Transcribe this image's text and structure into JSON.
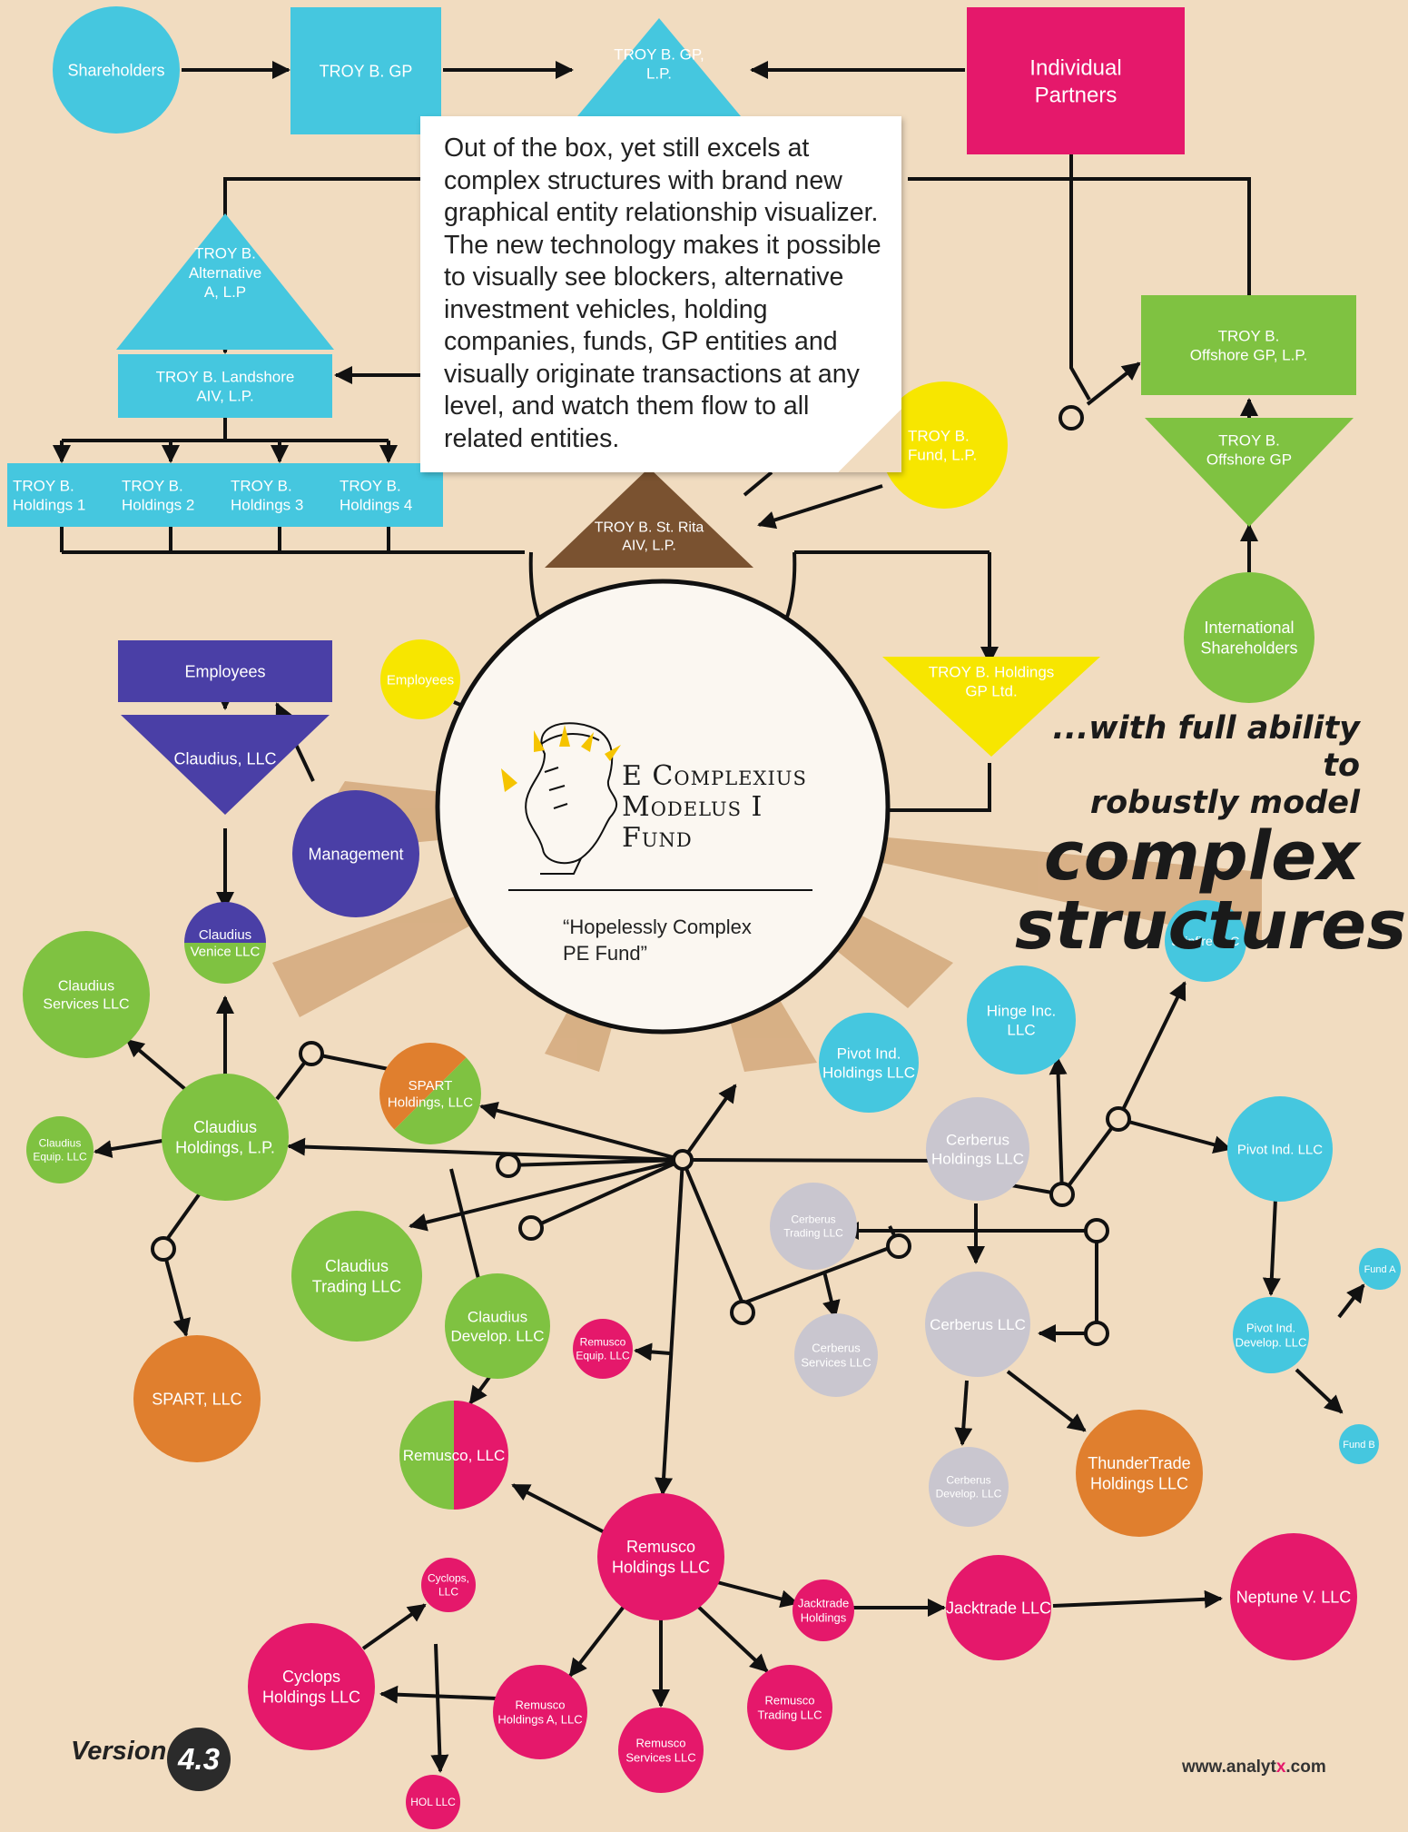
{
  "callout": "Out of the box, yet still excels at complex structures with brand new graphical entity relationship visualizer.  The new technology makes it possible to visually see blockers, alternative investment vehicles, holding companies, funds, GP entities and visually originate transactions at any level, and watch them flow to all related entities.",
  "fund": {
    "name": [
      "E Complexius",
      "Modelus I",
      "Fund"
    ],
    "tagline": [
      "“Hopelessly Complex",
      "PE Fund”"
    ]
  },
  "tagline": [
    "...with full ability to",
    "robustly model",
    "complex",
    "structures"
  ],
  "version": {
    "label": "Version",
    "number": "4.3"
  },
  "website": [
    "www.analyt",
    "x",
    ".com"
  ],
  "colors": {
    "cyan": "#45c7df",
    "magenta": "#e5186b",
    "green": "#7fc241",
    "purple": "#4a3fa6",
    "yellow": "#f7e600",
    "brown": "#7a5230",
    "gray": "#c9c6cf",
    "orange": "#e07f2e",
    "background": "#f1dcc0"
  },
  "entities": [
    {
      "id": "shareholders",
      "shape": "circle",
      "color": "cyan",
      "lines": [
        "Shareholders"
      ]
    },
    {
      "id": "troy-b-gp",
      "shape": "rect",
      "color": "cyan",
      "lines": [
        "TROY B. GP"
      ]
    },
    {
      "id": "troy-b-gp-lp",
      "shape": "tri-up",
      "color": "cyan",
      "lines": [
        "TROY B. GP,",
        "L.P."
      ]
    },
    {
      "id": "individual-partners",
      "shape": "rect",
      "color": "magenta",
      "lines": [
        "Individual",
        "Partners"
      ]
    },
    {
      "id": "troy-b-alternative",
      "shape": "tri-up",
      "color": "cyan",
      "lines": [
        "TROY B.",
        "Alternative",
        "A, L.P"
      ]
    },
    {
      "id": "troy-b-landshore",
      "shape": "rect",
      "color": "cyan",
      "lines": [
        "TROY B.  Landshore",
        "AIV, L.P."
      ]
    },
    {
      "id": "troy-b-holdings-1",
      "shape": "rect",
      "color": "cyan",
      "lines": [
        "TROY B.",
        "Holdings 1"
      ]
    },
    {
      "id": "troy-b-holdings-2",
      "shape": "rect",
      "color": "cyan",
      "lines": [
        "TROY B.",
        "Holdings 2"
      ]
    },
    {
      "id": "troy-b-holdings-3",
      "shape": "rect",
      "color": "cyan",
      "lines": [
        "TROY B.",
        "Holdings 3"
      ]
    },
    {
      "id": "troy-b-holdings-4",
      "shape": "rect",
      "color": "cyan",
      "lines": [
        "TROY B.",
        "Holdings 4"
      ]
    },
    {
      "id": "troy-b-fund-lp",
      "shape": "circle",
      "color": "yellow",
      "lines": [
        "TROY B.",
        "Fund, L.P."
      ]
    },
    {
      "id": "troy-b-st-rita",
      "shape": "tri-up",
      "color": "brown",
      "lines": [
        "TROY B. St. Rita",
        "AIV, L.P."
      ]
    },
    {
      "id": "troy-b-offshore-gp-lp",
      "shape": "rect",
      "color": "green",
      "lines": [
        "TROY B.",
        "Offshore GP, L.P."
      ]
    },
    {
      "id": "troy-b-offshore-gp",
      "shape": "tri-down",
      "color": "green",
      "lines": [
        "TROY B.",
        "Offshore GP"
      ]
    },
    {
      "id": "international-shareholders",
      "shape": "circle",
      "color": "green",
      "lines": [
        "International",
        "Shareholders"
      ]
    },
    {
      "id": "troy-b-holdings-gp",
      "shape": "tri-down",
      "color": "yellow",
      "lines": [
        "TROY B. Holdings",
        "GP Ltd."
      ]
    },
    {
      "id": "employees-box",
      "shape": "rect",
      "color": "purple",
      "lines": [
        "Employees"
      ]
    },
    {
      "id": "employees-circle",
      "shape": "circle",
      "color": "yellow",
      "lines": [
        "Employees"
      ]
    },
    {
      "id": "claudius-llc",
      "shape": "tri-down",
      "color": "purple",
      "lines": [
        "Claudius, LLC"
      ]
    },
    {
      "id": "management",
      "shape": "circle",
      "color": "purple",
      "lines": [
        "Management"
      ]
    },
    {
      "id": "claudius-venice",
      "shape": "split-circle",
      "color": "purple",
      "color2": "green",
      "lines": [
        "Claudius",
        "Venice LLC"
      ]
    },
    {
      "id": "claudius-services",
      "shape": "circle",
      "color": "green",
      "lines": [
        "Claudius",
        "Services LLC"
      ]
    },
    {
      "id": "claudius-equip",
      "shape": "circle",
      "color": "green",
      "lines": [
        "Claudius",
        "Equip. LLC"
      ]
    },
    {
      "id": "claudius-holdings",
      "shape": "circle",
      "color": "green",
      "lines": [
        "Claudius",
        "Holdings, L.P."
      ]
    },
    {
      "id": "spart-holdings",
      "shape": "split-circle-diag",
      "color": "orange",
      "color2": "green",
      "lines": [
        "SPART",
        "Holdings, LLC"
      ]
    },
    {
      "id": "claudius-trading",
      "shape": "circle",
      "color": "green",
      "lines": [
        "Claudius",
        "Trading LLC"
      ]
    },
    {
      "id": "claudius-develop",
      "shape": "circle",
      "color": "green",
      "lines": [
        "Claudius",
        "Develop. LLC"
      ]
    },
    {
      "id": "spart-llc",
      "shape": "circle",
      "color": "orange",
      "lines": [
        "SPART, LLC"
      ]
    },
    {
      "id": "remusco-equip",
      "shape": "circle",
      "color": "magenta",
      "lines": [
        "Remusco",
        "Equip. LLC"
      ]
    },
    {
      "id": "remusco-llc",
      "shape": "split-circle-v",
      "color": "green",
      "color2": "magenta",
      "lines": [
        "Remusco, LLC"
      ]
    },
    {
      "id": "remusco-holdings",
      "shape": "circle",
      "color": "magenta",
      "lines": [
        "Remusco",
        "Holdings LLC"
      ]
    },
    {
      "id": "cyclops-llc",
      "shape": "circle",
      "color": "magenta",
      "lines": [
        "Cyclops,",
        "LLC"
      ]
    },
    {
      "id": "cyclops-holdings",
      "shape": "circle",
      "color": "magenta",
      "lines": [
        "Cyclops",
        "Holdings LLC"
      ]
    },
    {
      "id": "remusco-holdings-a",
      "shape": "circle",
      "color": "magenta",
      "lines": [
        "Remusco",
        "Holdings A, LLC"
      ]
    },
    {
      "id": "remusco-services",
      "shape": "circle",
      "color": "magenta",
      "lines": [
        "Remusco",
        "Services LLC"
      ]
    },
    {
      "id": "remusco-trading",
      "shape": "circle",
      "color": "magenta",
      "lines": [
        "Remusco",
        "Trading LLC"
      ]
    },
    {
      "id": "jacktrade-holdings",
      "shape": "circle",
      "color": "magenta",
      "lines": [
        "Jacktrade",
        "Holdings"
      ]
    },
    {
      "id": "jacktrade-llc",
      "shape": "circle",
      "color": "magenta",
      "lines": [
        "Jacktrade LLC"
      ]
    },
    {
      "id": "neptune-v",
      "shape": "circle",
      "color": "magenta",
      "lines": [
        "Neptune V. LLC"
      ]
    },
    {
      "id": "hol-llc",
      "shape": "circle",
      "color": "magenta",
      "lines": [
        "HOL LLC"
      ]
    },
    {
      "id": "pivot-ind-holdings",
      "shape": "circle",
      "color": "cyan",
      "lines": [
        "Pivot Ind.",
        "Holdings LLC"
      ]
    },
    {
      "id": "hinge-inc",
      "shape": "circle",
      "color": "cyan",
      "lines": [
        "Hinge Inc.",
        "LLC"
      ]
    },
    {
      "id": "joinfire",
      "shape": "circle",
      "color": "cyan",
      "lines": [
        "Joinfire LLC"
      ]
    },
    {
      "id": "pivot-ind-llc",
      "shape": "circle",
      "color": "cyan",
      "lines": [
        "Pivot Ind. LLC"
      ]
    },
    {
      "id": "pivot-ind-develop",
      "shape": "circle",
      "color": "cyan",
      "lines": [
        "Pivot Ind.",
        "Develop. LLC"
      ]
    },
    {
      "id": "fund-a",
      "shape": "circle",
      "color": "cyan",
      "lines": [
        "Fund A"
      ]
    },
    {
      "id": "fund-b",
      "shape": "circle",
      "color": "cyan",
      "lines": [
        "Fund B"
      ]
    },
    {
      "id": "cerberus-holdings",
      "shape": "circle",
      "color": "gray",
      "lines": [
        "Cerberus",
        "Holdings LLC"
      ]
    },
    {
      "id": "cerberus-trading",
      "shape": "circle",
      "color": "gray",
      "lines": [
        "Cerberus",
        "Trading LLC"
      ]
    },
    {
      "id": "cerberus-services",
      "shape": "circle",
      "color": "gray",
      "lines": [
        "Cerberus",
        "Services LLC"
      ]
    },
    {
      "id": "cerberus-llc",
      "shape": "circle",
      "color": "gray",
      "lines": [
        "Cerberus LLC"
      ]
    },
    {
      "id": "cerberus-develop",
      "shape": "circle",
      "color": "gray",
      "lines": [
        "Cerberus",
        "Develop. LLC"
      ]
    },
    {
      "id": "thundertrade",
      "shape": "circle",
      "color": "orange",
      "lines": [
        "ThunderTrade",
        "Holdings LLC"
      ]
    }
  ]
}
